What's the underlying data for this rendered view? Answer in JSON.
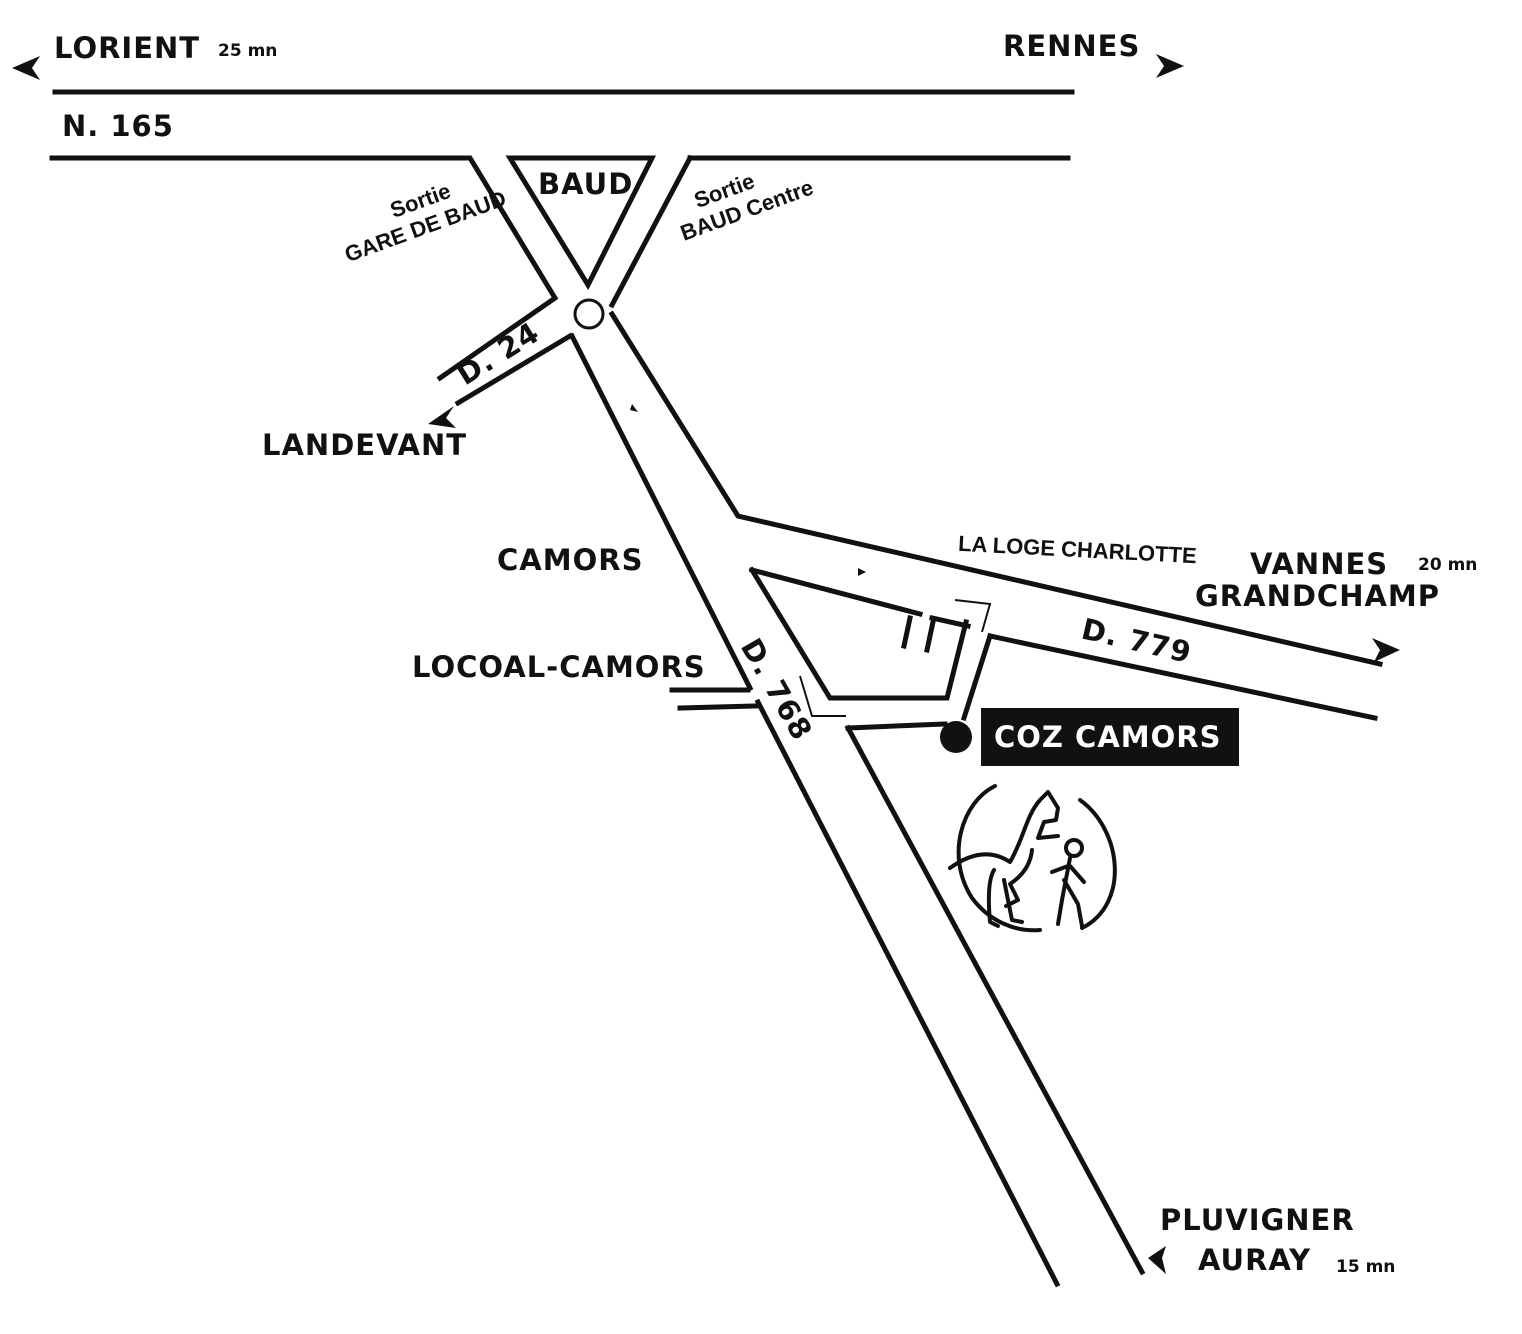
{
  "top_road": {
    "west_destination": "LORIENT",
    "west_time": "25 mn",
    "east_destination": "RENNES",
    "name": "N. 165"
  },
  "baud_triangle": "BAUD",
  "exits": {
    "west": [
      "Sortie",
      "GARE DE BAUD"
    ],
    "east": [
      "Sortie",
      "BAUD Centre"
    ]
  },
  "side_roads": {
    "d24": "D. 24",
    "d768": "D. 768",
    "d779": "D. 779"
  },
  "places": {
    "landevant": "LANDEVANT",
    "camors": "CAMORS",
    "locoal": "LOCOAL-CAMORS",
    "loge": "LA LOGE CHARLOTTE",
    "vannes": "VANNES",
    "vannes_time": "20 mn",
    "grandchamp": "GRANDCHAMP",
    "pluvigner": "PLUVIGNER",
    "auray": "AURAY",
    "auray_time": "15 mn"
  },
  "destination": {
    "label": "COZ CAMORS",
    "color": "#111111"
  },
  "icons": [
    "arrow-left-icon",
    "arrow-right-icon",
    "roundabout-icon",
    "destination-dot-icon",
    "horse-logo-icon"
  ]
}
